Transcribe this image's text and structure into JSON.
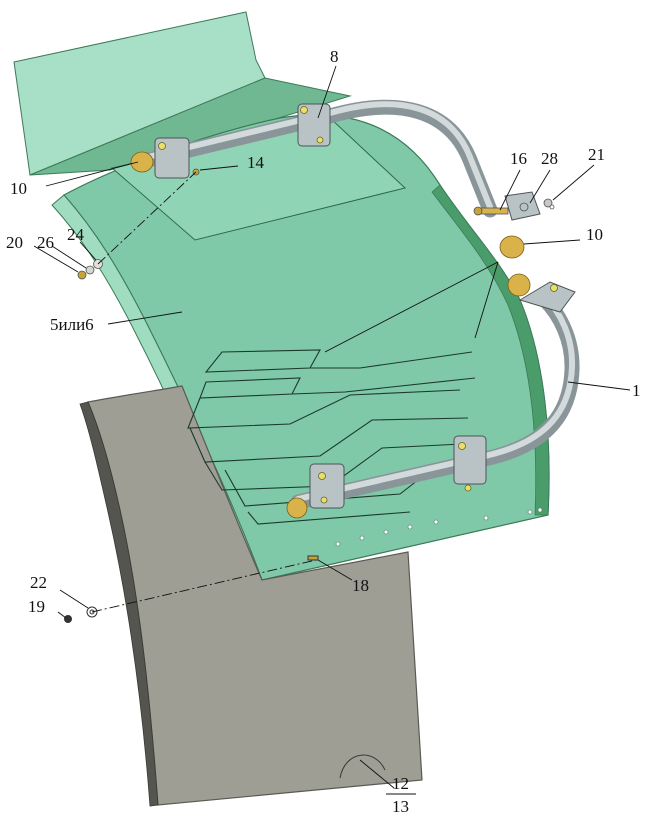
{
  "callouts": {
    "c1": "1",
    "c5or6": "5или6",
    "c8": "8",
    "c10a": "10",
    "c10b": "10",
    "c12": "12",
    "c13": "13",
    "c14": "14",
    "c16": "16",
    "c18": "18",
    "c19": "19",
    "c20": "20",
    "c21": "21",
    "c22": "22",
    "c24": "24",
    "c26": "26",
    "c28": "28"
  },
  "colors": {
    "fender_green": "#7fc9a8",
    "fender_dark": "#4a9c6a",
    "fender_top": "#a7e0c6",
    "mudflap": "#9e9e94",
    "mudflap_edge": "#5a5a55",
    "bracket_steel": "#b9c3c6",
    "rubber_bushing": "#d9b34a",
    "line": "#111111"
  }
}
